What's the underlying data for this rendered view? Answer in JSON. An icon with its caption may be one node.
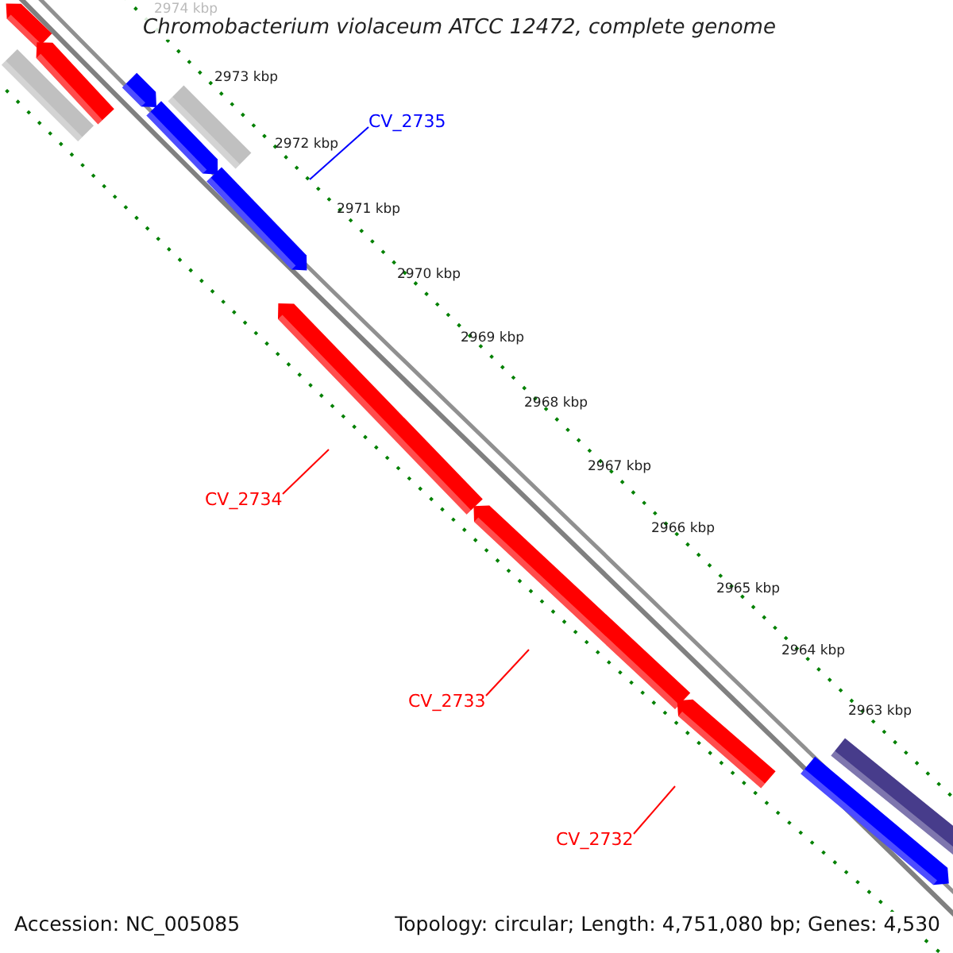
{
  "diagram": {
    "title": "Chromobacterium violaceum ATCC 12472, complete genome",
    "nodes": [
      {
        "text": [
          "CV_2735"
        ]
      },
      {
        "text": [
          "CV_2734"
        ]
      },
      {
        "text": [
          "CV_2733"
        ]
      },
      {
        "text": [
          "CV_2732"
        ]
      }
    ],
    "edges": [
      {
        "from": 0,
        "to": null,
        "arrow": "none",
        "color": "#0000ff"
      },
      {
        "from": 1,
        "to": null,
        "arrow": "none"
      },
      {
        "from": 2,
        "to": null,
        "arrow": "none"
      },
      {
        "from": 3,
        "to": null,
        "arrow": "none"
      }
    ],
    "labels": [
      "2974 kbp",
      "2973 kbp",
      "2972 kbp",
      "2971 kbp",
      "2970 kbp",
      "2969 kbp",
      "2968 kbp",
      "2967 kbp",
      "2966 kbp",
      "2965 kbp",
      "2964 kbp",
      "2963 kbp",
      "Accession: NC_005085",
      "Topology: circular; Length: 4,751,080 bp; Genes: 4,530"
    ]
  }
}
